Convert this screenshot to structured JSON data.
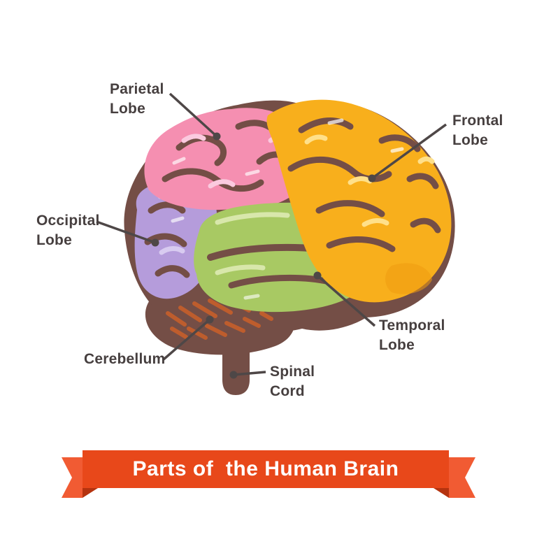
{
  "diagram": {
    "labels": {
      "parietal": "Parietal\nLobe",
      "frontal": "Frontal\nLobe",
      "occipital": "Occipital\nLobe",
      "temporal": "Temporal\nLobe",
      "cerebellum": "Cerebellum",
      "spinal": "Spinal\nCord"
    },
    "colors": {
      "outline_brown": "#744E46",
      "parietal_pink": "#F58FB1",
      "frontal_yellow": "#F8AF1C",
      "occipital_purple": "#B59CDB",
      "temporal_green": "#A8C963",
      "cerebellum_stripe": "#BE5D2D",
      "label_text": "#463F3F",
      "leader_line": "#4E4747"
    }
  },
  "banner": {
    "text": "Parts of  the Human Brain",
    "band_color": "#E8481A",
    "tail_color": "#F15B33",
    "fold_color": "#B5330F",
    "text_color": "#FFFFFF"
  }
}
